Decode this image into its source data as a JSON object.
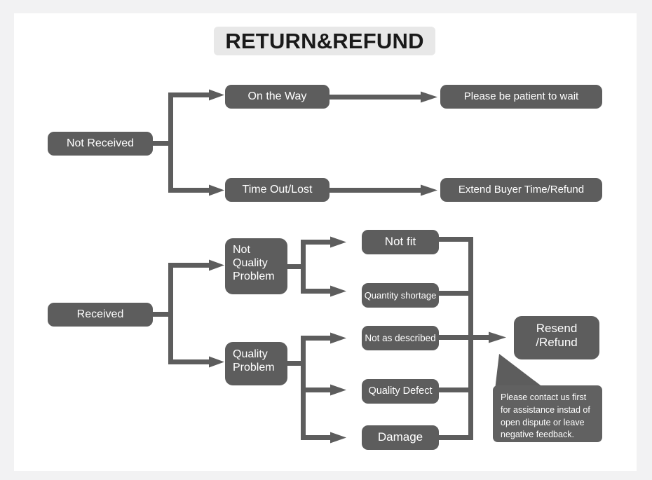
{
  "page": {
    "title": "RETURN&REFUND",
    "background_color": "#f2f2f3",
    "card_color": "#ffffff",
    "node_color": "#5d5d5d",
    "callout_color": "#616161",
    "connector_color": "#5d5d5d",
    "title_chip_color": "#e8e8e8",
    "title_text_color": "#1a1a1a",
    "node_text_color": "#ffffff"
  },
  "nodes": {
    "not_received": "Not Received",
    "on_the_way": "On the Way",
    "please_wait": "Please be patient to wait",
    "time_out_lost": "Time Out/Lost",
    "extend_refund": "Extend Buyer Time/Refund",
    "received": "Received",
    "not_quality_problem_l1": "Not",
    "not_quality_problem_l2": "Quality",
    "not_quality_problem_l3": "Problem",
    "quality_problem_l1": "Quality",
    "quality_problem_l2": "Problem",
    "not_fit": "Not fit",
    "quantity_shortage": "Quantity shortage",
    "not_as_described": "Not as described",
    "quality_defect": "Quality Defect",
    "damage": "Damage",
    "resend_refund_l1": "Resend",
    "resend_refund_l2": "/Refund"
  },
  "callout": {
    "text": "Please contact us first for assistance instad of open dispute or leave negative feedback."
  },
  "chart_data": {
    "type": "diagram",
    "title": "RETURN&REFUND",
    "diagram_kind": "flowchart",
    "orientation": "left-to-right",
    "branches": [
      {
        "root": "Not Received",
        "children": [
          {
            "label": "On the Way",
            "outcome": "Please be patient to wait"
          },
          {
            "label": "Time Out/Lost",
            "outcome": "Extend Buyer Time/Refund"
          }
        ]
      },
      {
        "root": "Received",
        "children": [
          {
            "label": "Not Quality Problem",
            "reasons": [
              "Not fit",
              "Quantity shortage"
            ],
            "outcome": "Resend /Refund"
          },
          {
            "label": "Quality Problem",
            "reasons": [
              "Not as described",
              "Quality Defect",
              "Damage"
            ],
            "outcome": "Resend /Refund"
          }
        ]
      }
    ],
    "note": "Please contact us first for assistance instad of open dispute or leave negative feedback."
  }
}
